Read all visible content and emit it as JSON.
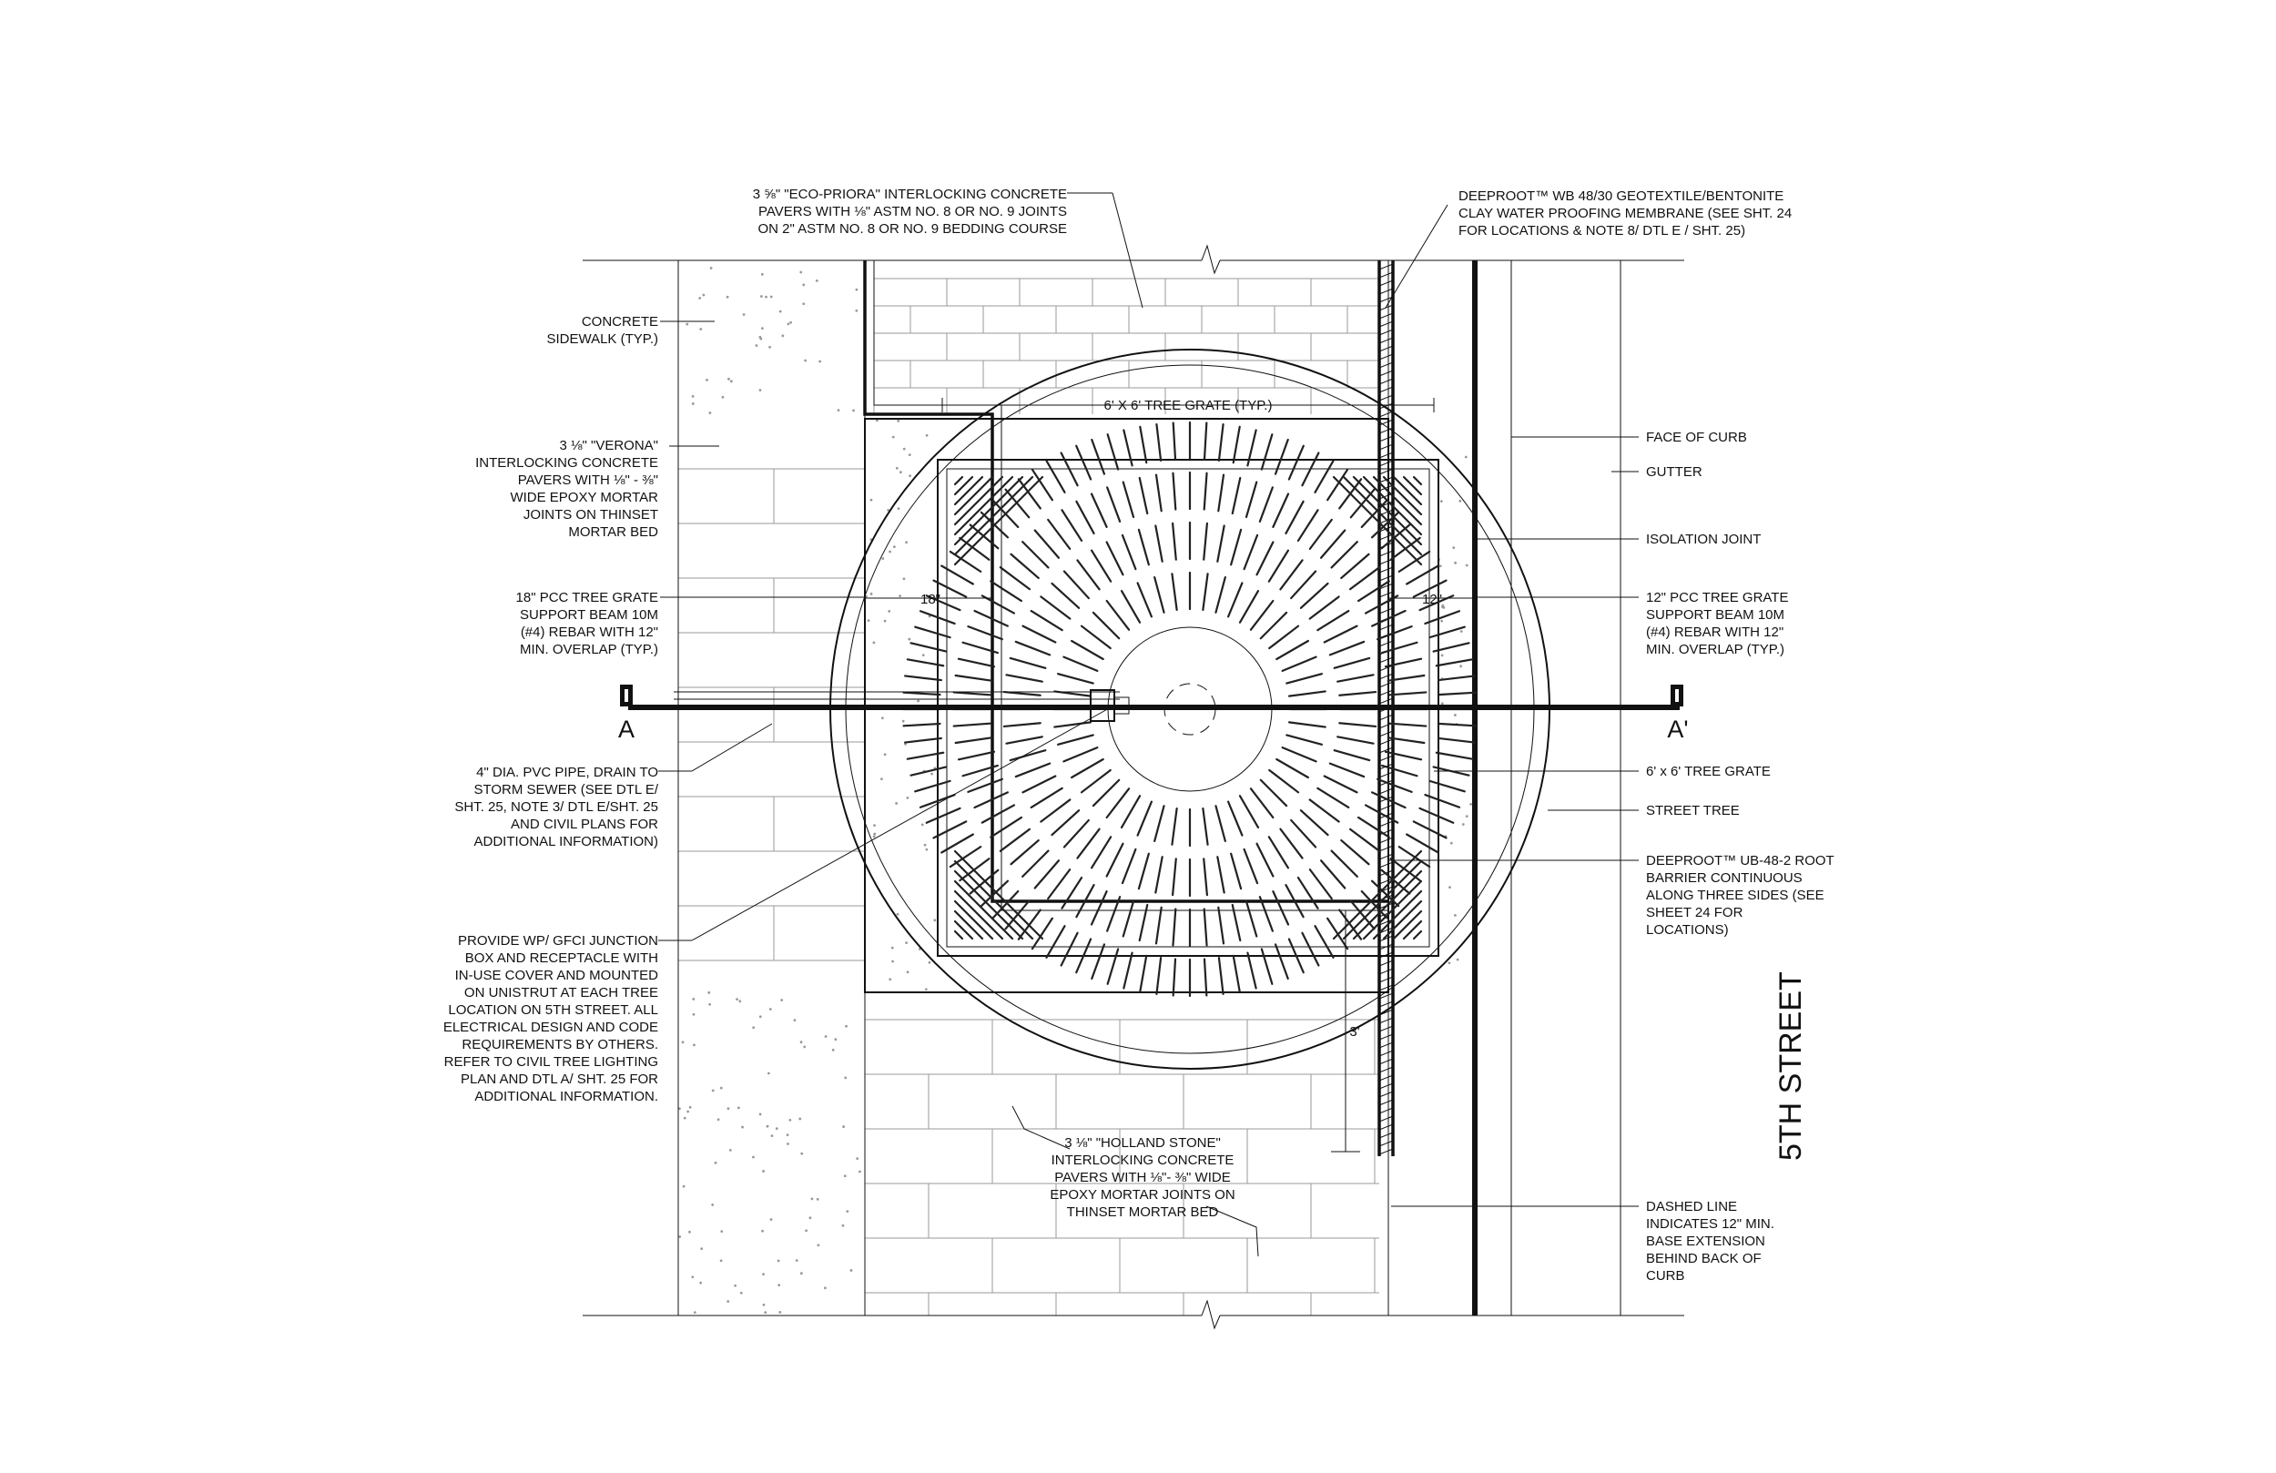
{
  "notes": {
    "eco_priora": [
      "3 ⅝\" \"ECO-PRIORA\" INTERLOCKING CONCRETE",
      "PAVERS WITH ⅛\" ASTM NO. 8 OR NO. 9 JOINTS",
      "ON 2\" ASTM NO. 8 OR NO. 9 BEDDING COURSE"
    ],
    "deeproot_wb": [
      "DEEPROOT™ WB 48/30 GEOTEXTILE/BENTONITE",
      "CLAY WATER PROOFING MEMBRANE (SEE SHT. 24",
      "FOR LOCATIONS & NOTE 8/ DTL E / SHT. 25)"
    ],
    "concrete_sidewalk": [
      "CONCRETE",
      "SIDEWALK (TYP.)"
    ],
    "verona": [
      "3 ⅛\" \"VERONA\"",
      "INTERLOCKING CONCRETE",
      "PAVERS WITH ⅛\" - ⅜\"",
      "WIDE EPOXY MORTAR",
      "JOINTS ON THINSET",
      "MORTAR BED"
    ],
    "pcc_18": [
      "18\" PCC TREE GRATE",
      "SUPPORT BEAM 10M",
      "(#4) REBAR WITH 12\"",
      "MIN. OVERLAP (TYP.)"
    ],
    "pvc_pipe": [
      "4\" DIA. PVC PIPE, DRAIN TO",
      "STORM SEWER (SEE  DTL E/",
      "SHT. 25, NOTE 3/ DTL E/SHT. 25",
      "AND CIVIL PLANS FOR",
      "ADDITIONAL INFORMATION)"
    ],
    "gfci": [
      "PROVIDE WP/ GFCI JUNCTION",
      "BOX AND RECEPTACLE WITH",
      "IN-USE COVER AND MOUNTED",
      "ON UNISTRUT AT EACH TREE",
      "LOCATION ON 5TH STREET.  ALL",
      "ELECTRICAL DESIGN AND CODE",
      "REQUIREMENTS BY OTHERS.",
      "REFER TO CIVIL TREE LIGHTING",
      "PLAN AND DTL A/ SHT. 25 FOR",
      "ADDITIONAL INFORMATION."
    ],
    "face_of_curb": [
      "FACE OF CURB"
    ],
    "gutter": [
      "GUTTER"
    ],
    "isolation_joint": [
      "ISOLATION JOINT"
    ],
    "pcc_12": [
      "12\" PCC TREE GRATE",
      "SUPPORT BEAM 10M",
      "(#4) REBAR WITH 12\"",
      "MIN. OVERLAP (TYP.)"
    ],
    "tree_grate": [
      "6' x 6' TREE GRATE"
    ],
    "street_tree": [
      "STREET TREE"
    ],
    "deeproot_ub": [
      "DEEPROOT™ UB-48-2 ROOT",
      "BARRIER CONTINUOUS",
      "ALONG THREE SIDES (SEE",
      "SHEET 24 FOR",
      "LOCATIONS)"
    ],
    "holland_stone": [
      "3 ⅛\" \"HOLLAND STONE\"",
      "INTERLOCKING CONCRETE",
      "PAVERS WITH ⅛\"- ⅜\" WIDE",
      "EPOXY MORTAR JOINTS ON",
      "THINSET MORTAR BED"
    ],
    "dashed_line": [
      "DASHED LINE",
      "INDICATES 12\" MIN.",
      "BASE EXTENSION",
      "BEHIND BACK OF",
      "CURB"
    ]
  },
  "dimensions": {
    "grate_width": "6' X 6' TREE GRATE (TYP.)",
    "dim_18": "18\"",
    "dim_12": "12\"",
    "dim_3": "3'"
  },
  "section": {
    "left": "A",
    "right": "A'"
  },
  "street_label": "5TH STREET"
}
